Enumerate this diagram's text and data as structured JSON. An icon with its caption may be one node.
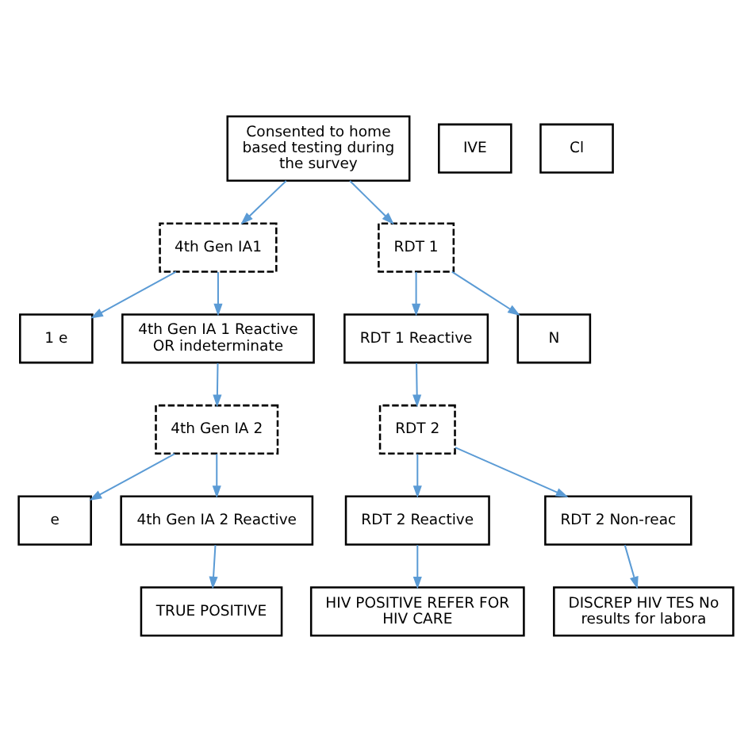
{
  "diagram": {
    "nodes": [
      {
        "text": [
          "Consented to home based testing during the survey"
        ]
      },
      {
        "text": [
          "4th Gen IA1"
        ]
      },
      {
        "text": [
          "1 e"
        ]
      },
      {
        "text": [
          "4th Gen IA 1 Reactive OR indeterminate"
        ]
      },
      {
        "text": [
          "IVE"
        ]
      },
      {
        "text": [
          "4th Gen IA 2"
        ]
      },
      {
        "text": [
          "e"
        ]
      },
      {
        "text": [
          "4th Gen IA 2 Reactive"
        ]
      },
      {
        "text": [
          "TRUE POSITIVE"
        ]
      },
      {
        "text": [
          "RDT 1"
        ]
      },
      {
        "text": [
          "RDT 1 Reactive"
        ]
      },
      {
        "text": [
          "N"
        ]
      },
      {
        "text": [
          "RDT 2"
        ]
      },
      {
        "text": [
          "Cl"
        ]
      },
      {
        "text": [
          "RDT 2 Reactive"
        ]
      },
      {
        "text": [
          "RDT 2 Non-reac"
        ]
      },
      {
        "text": [
          "HIV POSITIVE REFER FOR HIV CARE"
        ]
      },
      {
        "text": [
          "DISCREP HIV TES No results for labora"
        ]
      }
    ],
    "edges": [
      {
        "from": 0,
        "to": 1,
        "arrow": "to"
      },
      {
        "from": 0,
        "to": 9,
        "arrow": "to"
      },
      {
        "from": 1,
        "to": 2,
        "arrow": "to"
      },
      {
        "from": 1,
        "to": 3,
        "arrow": "to"
      },
      {
        "from": 3,
        "to": 5,
        "arrow": "to"
      },
      {
        "from": 5,
        "to": 6,
        "arrow": "to"
      },
      {
        "from": 5,
        "to": 7,
        "arrow": "to"
      },
      {
        "from": 7,
        "to": 8,
        "arrow": "to"
      },
      {
        "from": 9,
        "to": 10,
        "arrow": "to"
      },
      {
        "from": 9,
        "to": 11,
        "arrow": "to"
      },
      {
        "from": 10,
        "to": 12,
        "arrow": "to"
      },
      {
        "from": 12,
        "to": 14,
        "arrow": "to"
      },
      {
        "from": 12,
        "to": 15,
        "arrow": "to"
      },
      {
        "from": 14,
        "to": 16,
        "arrow": "to"
      },
      {
        "from": 15,
        "to": 17,
        "arrow": "to"
      }
    ]
  }
}
